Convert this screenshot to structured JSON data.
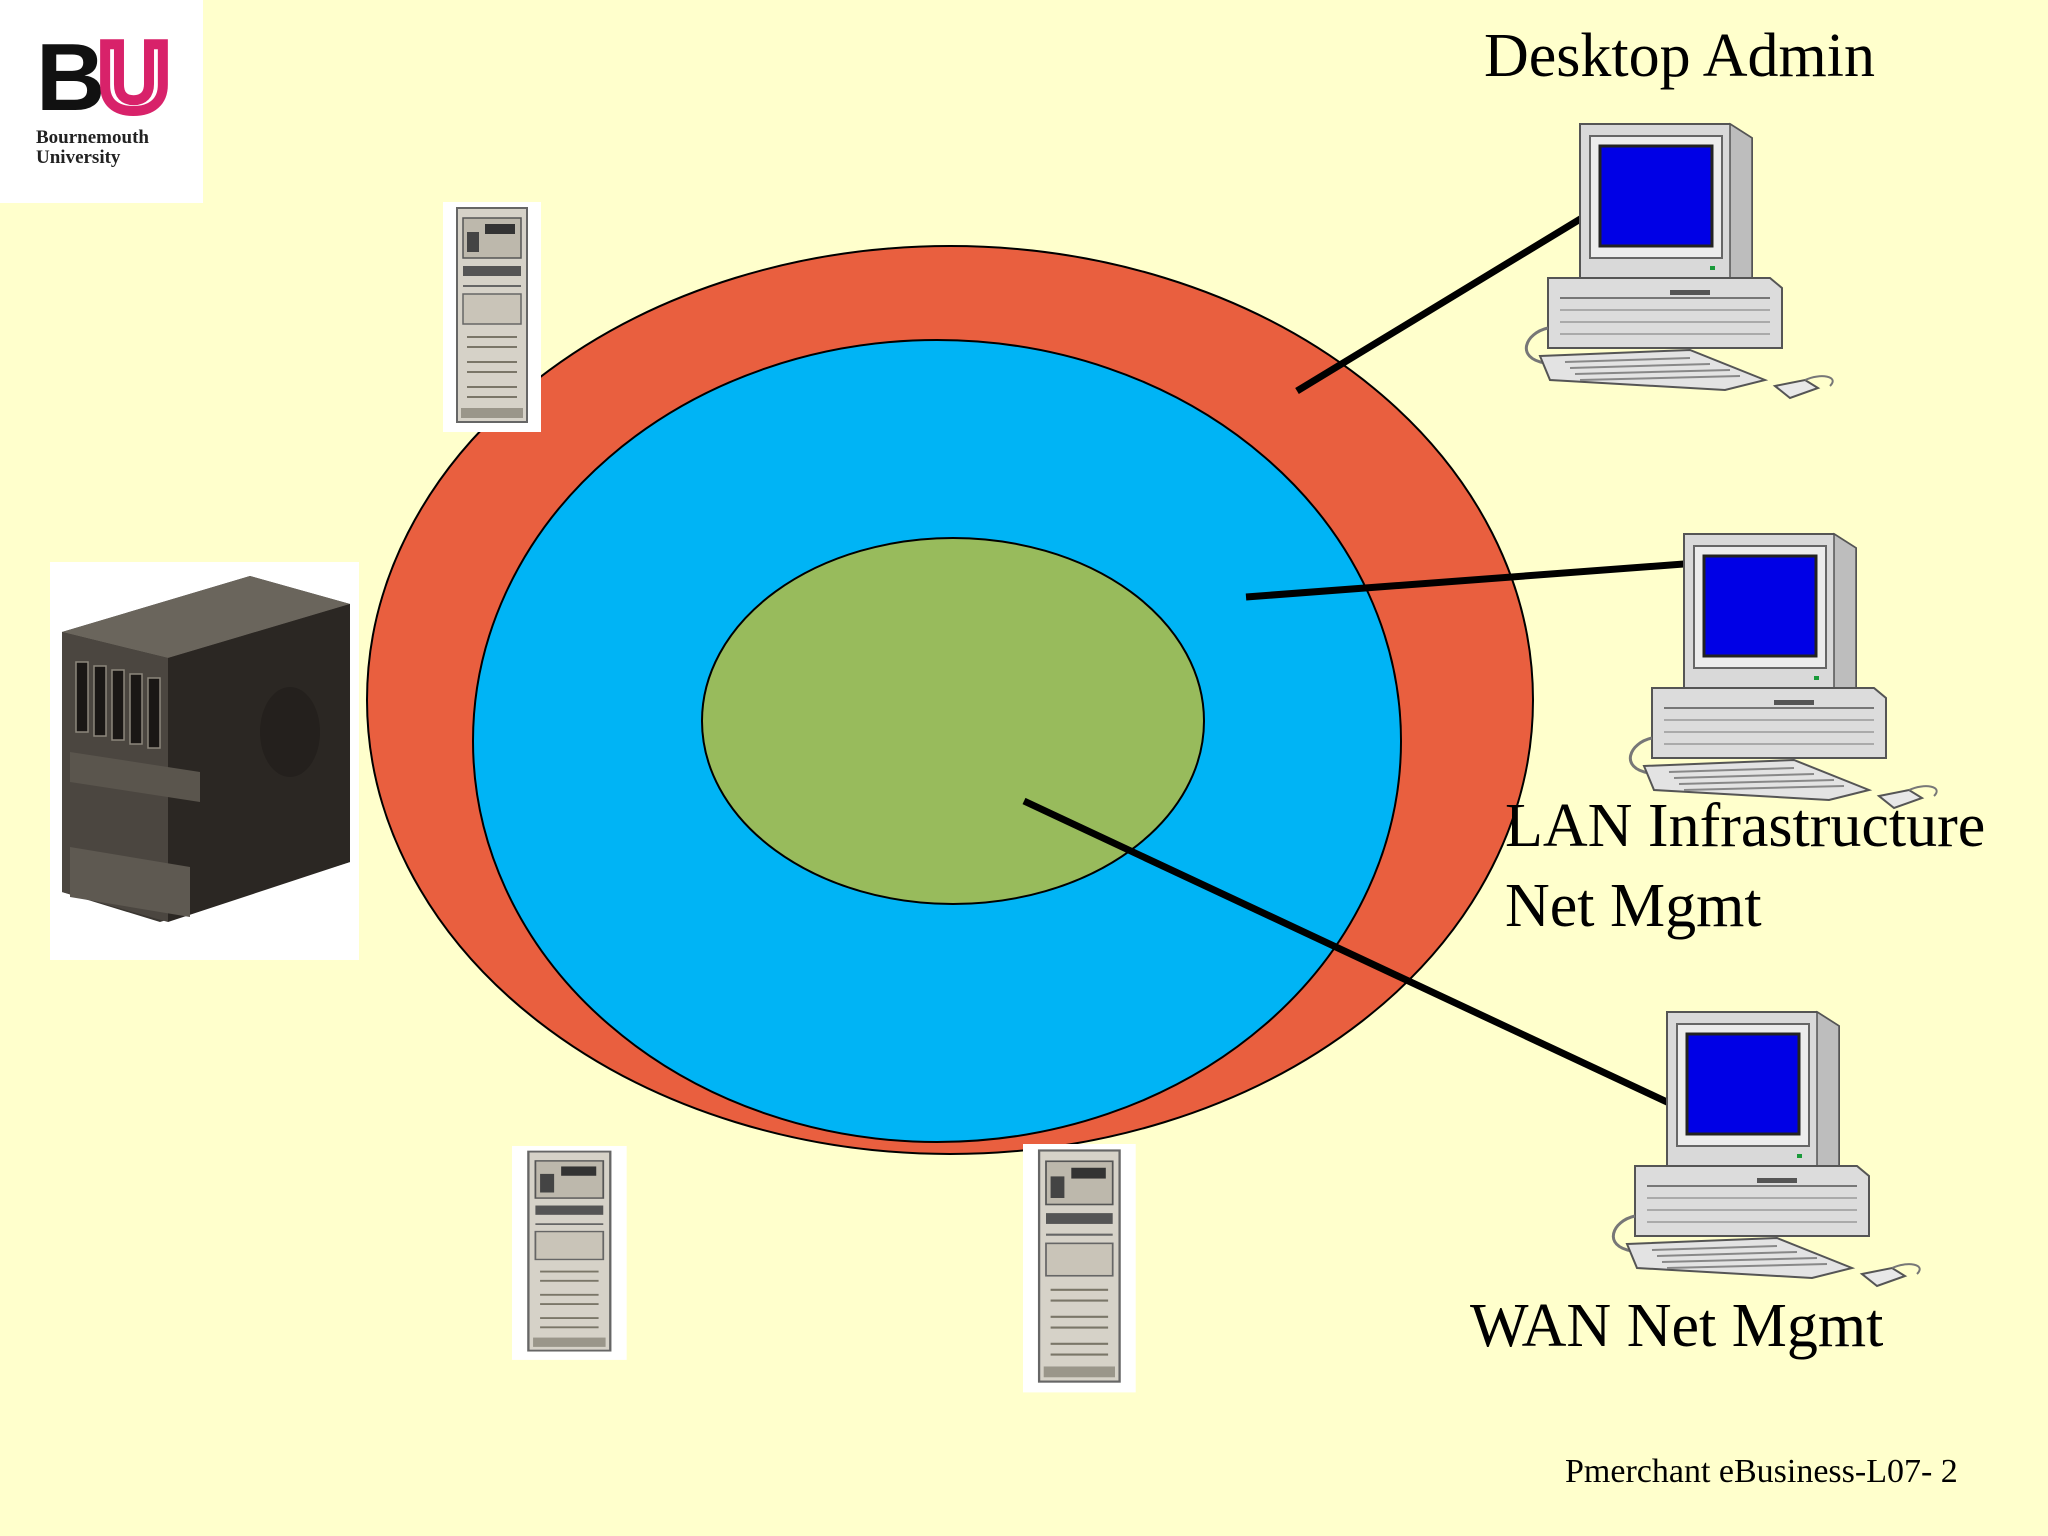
{
  "logo": {
    "letters": [
      "B",
      "U"
    ],
    "line1": "Bournemouth",
    "line2": "University",
    "accent": "#D8226A"
  },
  "labels": {
    "desktop_admin": "Desktop Admin",
    "lan_line1": "LAN Infrastructure",
    "lan_line2": "Net Mgmt",
    "wan": "WAN Net Mgmt"
  },
  "footer": "Pmerchant eBusiness-L07- 2",
  "colors": {
    "background": "#FFFFCC",
    "outer_ring": "#E95F3F",
    "middle_ring": "#00B4F5",
    "inner_core": "#98BB5C",
    "monitor_screen": "#0000E6"
  },
  "icons": {
    "workstations": [
      "desktop-computer-icon",
      "desktop-computer-icon",
      "desktop-computer-icon"
    ],
    "tower_servers": [
      "tower-server-icon",
      "tower-server-icon",
      "tower-server-icon"
    ],
    "mainframe": "mainframe-server-icon"
  }
}
